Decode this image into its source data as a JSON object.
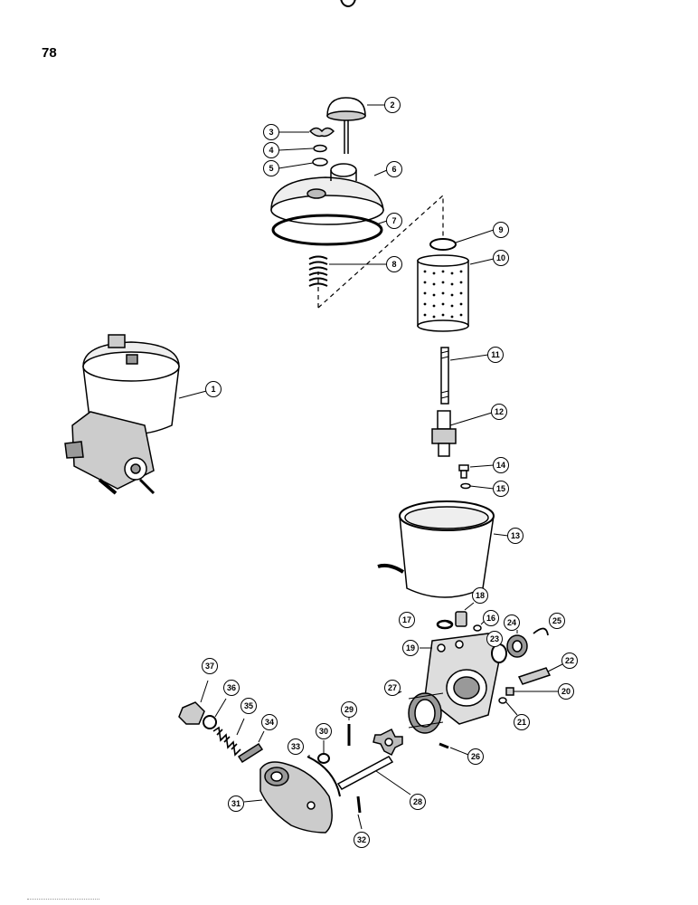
{
  "page_number": "78",
  "callouts": [
    "1",
    "2",
    "3",
    "4",
    "5",
    "6",
    "7",
    "8",
    "9",
    "10",
    "11",
    "12",
    "13",
    "14",
    "15",
    "16",
    "17",
    "18",
    "19",
    "20",
    "21",
    "22",
    "23",
    "24",
    "25",
    "26",
    "27",
    "28",
    "29",
    "30",
    "31",
    "32",
    "33",
    "34",
    "35",
    "36",
    "37"
  ],
  "colors": {
    "ink": "#000000",
    "paper": "#ffffff",
    "shade": "#bdbdbd"
  }
}
